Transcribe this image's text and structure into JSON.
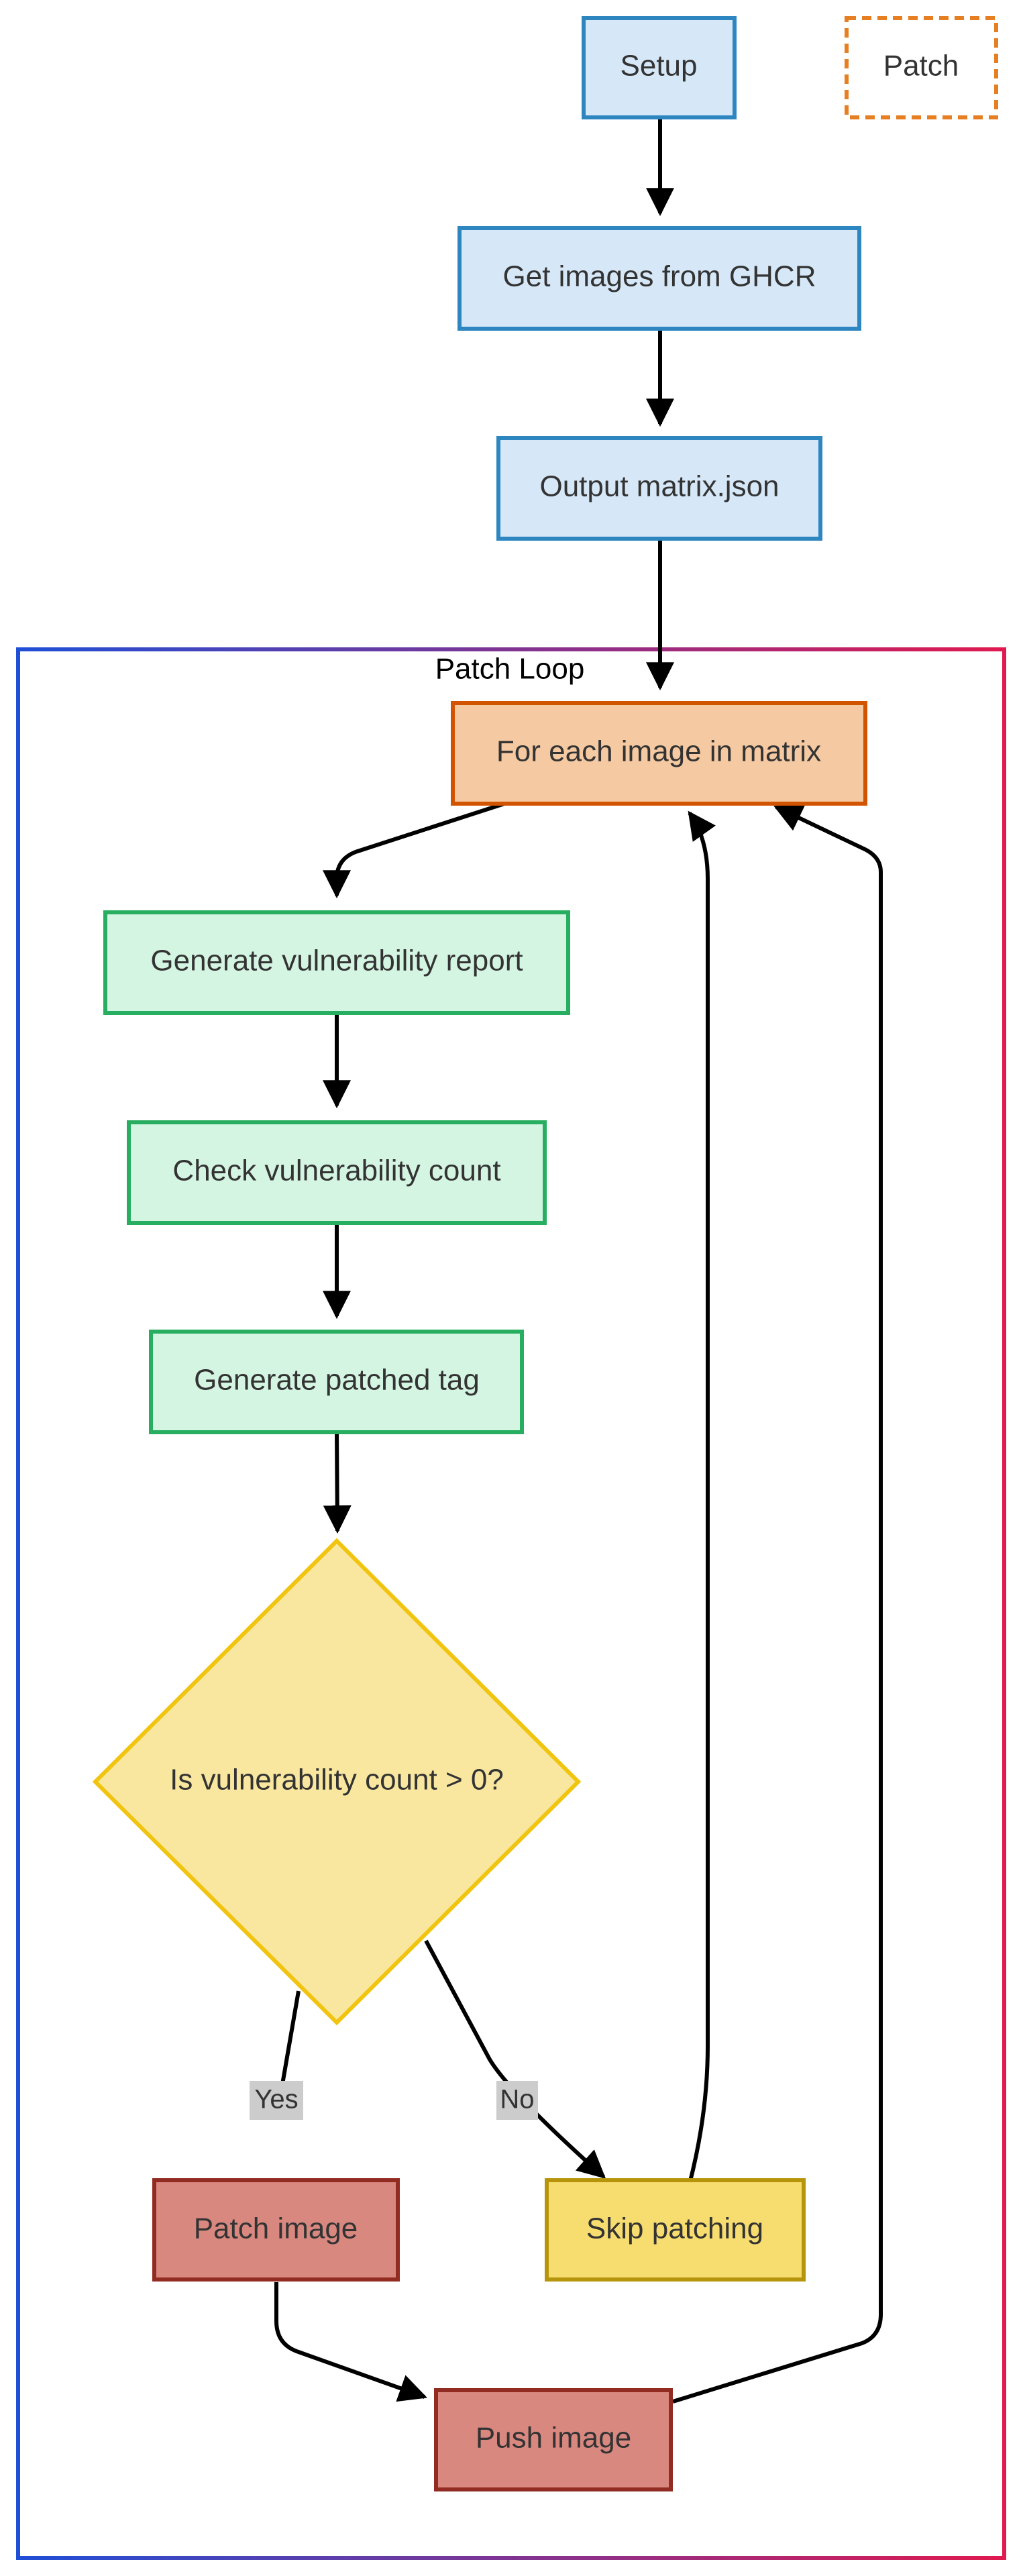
{
  "nodes": {
    "setup": "Setup",
    "legend_patch": "Patch",
    "get_images": "Get images from GHCR",
    "output_matrix": "Output matrix.json",
    "for_each": "For each image in matrix",
    "generate_report": "Generate vulnerability report",
    "check_count": "Check vulnerability count",
    "generate_tag": "Generate patched tag",
    "decision": "Is vulnerability count > 0?",
    "patch_image": "Patch image",
    "skip_patching": "Skip patching",
    "push_image": "Push image"
  },
  "group": {
    "label": "Patch Loop"
  },
  "edges": {
    "yes": "Yes",
    "no": "No"
  },
  "colors": {
    "blue_fill": "#d6e8f7",
    "blue_stroke": "#2e86c1",
    "orange_fill": "#f5c9a1",
    "orange_stroke": "#d35400",
    "green_fill": "#d5f5e3",
    "green_stroke": "#27ae60",
    "yellow_fill": "#f9e79f",
    "yellow_stroke": "#f1c40f",
    "gold_fill": "#f7dc6f",
    "gold_stroke": "#b7950b",
    "red_fill": "#d98880",
    "red_stroke": "#922b21",
    "legend_stroke": "#e67e22",
    "group_left": "#1f4fd6",
    "group_right": "#e0194f",
    "edge": "#000000",
    "edge_label_bg": "#cccccc"
  }
}
